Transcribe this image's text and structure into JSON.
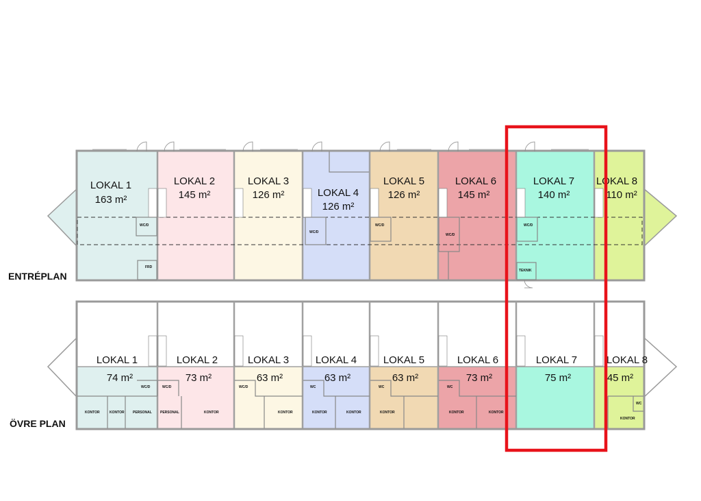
{
  "floors": {
    "entry": {
      "title": "ENTRÉPLAN"
    },
    "upper": {
      "title": "ÖVRE PLAN"
    }
  },
  "colors": {
    "unit1": "#dff0ef",
    "unit2": "#fde6e8",
    "unit3": "#fdf7e4",
    "unit4": "#d5def8",
    "unit5": "#f1d9b3",
    "unit6": "#eca4a8",
    "unit7": "#a9f7e0",
    "unit8": "#dff39a",
    "highlight": "#e8131b",
    "wall": "#9a9a9a"
  },
  "units_entry": [
    {
      "name": "LOKAL 1",
      "area": "163 m²"
    },
    {
      "name": "LOKAL 2",
      "area": "145 m²"
    },
    {
      "name": "LOKAL 3",
      "area": "126 m²"
    },
    {
      "name": "LOKAL 4",
      "area": "126 m²"
    },
    {
      "name": "LOKAL 5",
      "area": "126 m²"
    },
    {
      "name": "LOKAL 6",
      "area": "145 m²"
    },
    {
      "name": "LOKAL 7",
      "area": "140 m²"
    },
    {
      "name": "LOKAL 8",
      "area": "110 m²"
    }
  ],
  "units_upper": [
    {
      "name": "LOKAL 1",
      "area": "74 m²"
    },
    {
      "name": "LOKAL 2",
      "area": "73 m²"
    },
    {
      "name": "LOKAL 3",
      "area": "63 m²"
    },
    {
      "name": "LOKAL 4",
      "area": "63 m²"
    },
    {
      "name": "LOKAL 5",
      "area": "63 m²"
    },
    {
      "name": "LOKAL 6",
      "area": "73 m²"
    },
    {
      "name": "LOKAL 7",
      "area": "75 m²"
    },
    {
      "name": "LOKAL 8",
      "area": "45 m²"
    }
  ],
  "room_labels": {
    "wcd": "WC/D",
    "wc": "WC",
    "frd": "FRD",
    "teknik": "TEKNIK",
    "kontor": "KONTOR",
    "personal": "PERSONAL"
  }
}
